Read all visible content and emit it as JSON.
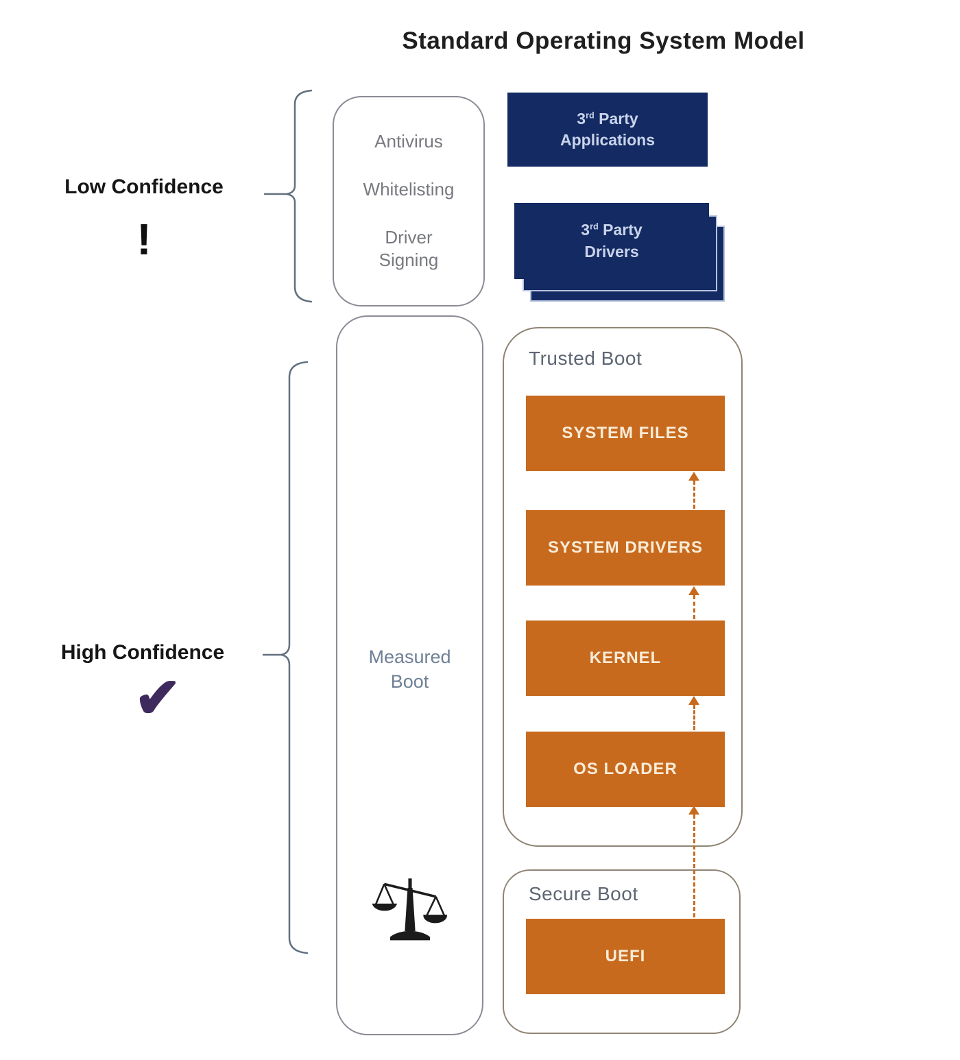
{
  "title": "Standard Operating System Model",
  "confidence": {
    "low": {
      "label": "Low Confidence",
      "mark": "!"
    },
    "high": {
      "label": "High Confidence",
      "mark": "✔"
    }
  },
  "software_protections": {
    "items": [
      "Antivirus",
      "Whitelisting",
      "Driver Signing"
    ]
  },
  "third_party": {
    "applications": {
      "num": "3",
      "sup": "rd",
      "rest": " Party",
      "line2": "Applications"
    },
    "drivers": {
      "num": "3",
      "sup": "rd",
      "rest": " Party",
      "line2": "Drivers"
    }
  },
  "measured_boot": {
    "label": "Measured Boot",
    "icon": "scales-icon"
  },
  "trusted_boot": {
    "label": "Trusted Boot",
    "boxes": [
      "SYSTEM FILES",
      "SYSTEM DRIVERS",
      "KERNEL",
      "OS LOADER"
    ]
  },
  "secure_boot": {
    "label": "Secure Boot",
    "boxes": [
      "UEFI"
    ]
  },
  "colors": {
    "orange": "#C86A1E",
    "orange_text": "#F8ECD8",
    "navy": "#142A63",
    "navy_text": "#C9D4EA",
    "check_purple": "#3F2A5E",
    "box_border_gray": "#8B8B95",
    "container_border_tan": "#8F8474",
    "text_gray": "#77797F",
    "label_gray": "#5D6672",
    "measured_text": "#6F8096"
  }
}
